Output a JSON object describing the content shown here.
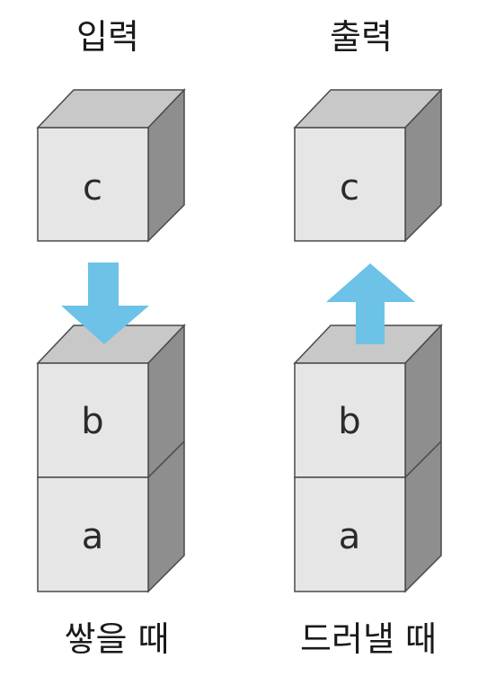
{
  "left": {
    "title": "입력",
    "caption": "쌓을 때",
    "top_cube": "c",
    "stack": [
      "b",
      "a"
    ],
    "arrow": "down"
  },
  "right": {
    "title": "출력",
    "caption": "드러낼 때",
    "top_cube": "c",
    "stack": [
      "b",
      "a"
    ],
    "arrow": "up"
  },
  "colors": {
    "arrow": "#6dc2e8",
    "cube_front": "#e6e6e6",
    "cube_top": "#c8c8c8",
    "cube_side": "#8e8e8e"
  }
}
